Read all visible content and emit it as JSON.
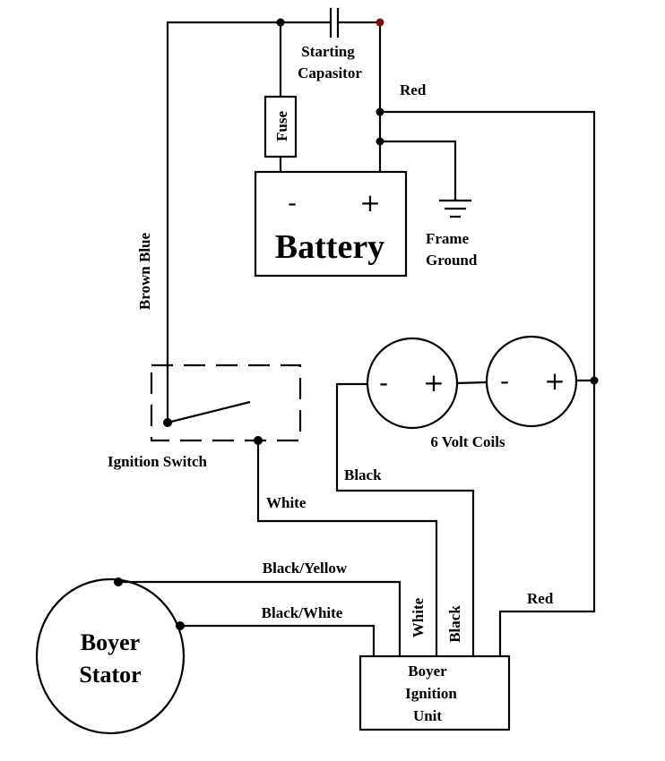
{
  "diagram": {
    "capacitor": {
      "label_line1": "Starting",
      "label_line2": "Capasitor"
    },
    "fuse": {
      "label": "Fuse"
    },
    "battery": {
      "minus": "-",
      "plus": "+",
      "label": "Battery"
    },
    "ground": {
      "label_line1": "Frame",
      "label_line2": "Ground"
    },
    "ignition_switch": {
      "label": "Ignition Switch"
    },
    "coils": {
      "label": "6 Volt Coils",
      "minus": "-",
      "plus": "+"
    },
    "stator": {
      "label_line1": "Boyer",
      "label_line2": "Stator"
    },
    "ignition_unit": {
      "label_line1": "Boyer",
      "label_line2": "Ignition",
      "label_line3": "Unit"
    },
    "wires": {
      "red_top": "Red",
      "brown_blue": "Brown Blue",
      "black_coil": "Black",
      "white_switch": "White",
      "black_yellow": "Black/Yellow",
      "black_white": "Black/White",
      "white_unit": "White",
      "black_unit": "Black",
      "red_unit": "Red"
    },
    "colors": {
      "wire": "#000000",
      "capacitor_node": "#7a1010",
      "background": "#ffffff"
    }
  }
}
